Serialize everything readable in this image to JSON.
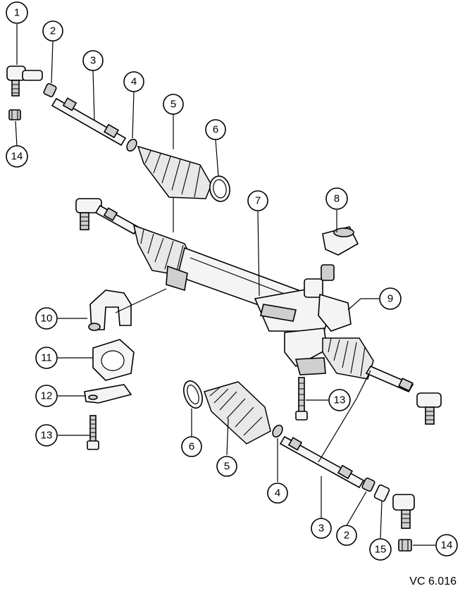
{
  "reference_code": "VC 6.016",
  "callouts": [
    "1",
    "2",
    "3",
    "4",
    "5",
    "6",
    "7",
    "8",
    "9",
    "10",
    "11",
    "12",
    "13",
    "14",
    "15"
  ]
}
